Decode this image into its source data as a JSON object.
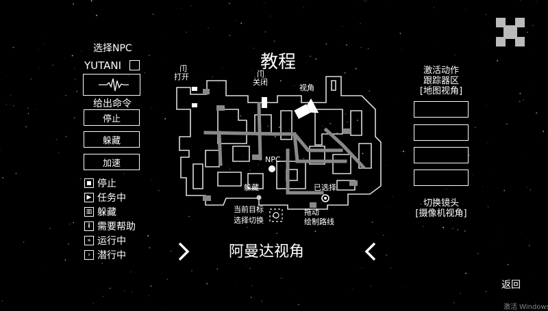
{
  "tutorial_title": "教程",
  "npc_panel": {
    "select_label": "选择NPC",
    "npc_name": "YUTANI",
    "give_command_label": "给出命令",
    "buttons": [
      "停止",
      "躲藏",
      "加速"
    ]
  },
  "legend": [
    {
      "icon": "stop-icon",
      "label": "停止"
    },
    {
      "icon": "play-icon",
      "label": "任务中"
    },
    {
      "icon": "hide-icon",
      "label": "躲藏"
    },
    {
      "icon": "info-icon",
      "label": "需要帮助"
    },
    {
      "icon": "double-chevron-icon",
      "label": "运行中"
    },
    {
      "icon": "sneak-icon",
      "label": "潜行中"
    }
  ],
  "map_labels": {
    "door_label": "门",
    "open_label": "打开",
    "close_door_label": "门",
    "close_label": "关闭",
    "view_label": "视角",
    "npc_label": "NPC",
    "hide_label": "躲藏",
    "selected_label": "已选择",
    "current_target_label": "当前目标",
    "select_switch_label": "选择切换",
    "drag_label": "拖动",
    "draw_path_label": "绘制路线"
  },
  "right_panel": {
    "activate_label": "激活动作",
    "tracker_label": "跟踪器区",
    "map_view_label": "[地图视角]",
    "switch_lens_label": "切换镜头",
    "camera_view_label": "[摄像机视角]"
  },
  "view_name": "阿曼达视角",
  "back_label": "返回",
  "watermark": "激活 Windows"
}
